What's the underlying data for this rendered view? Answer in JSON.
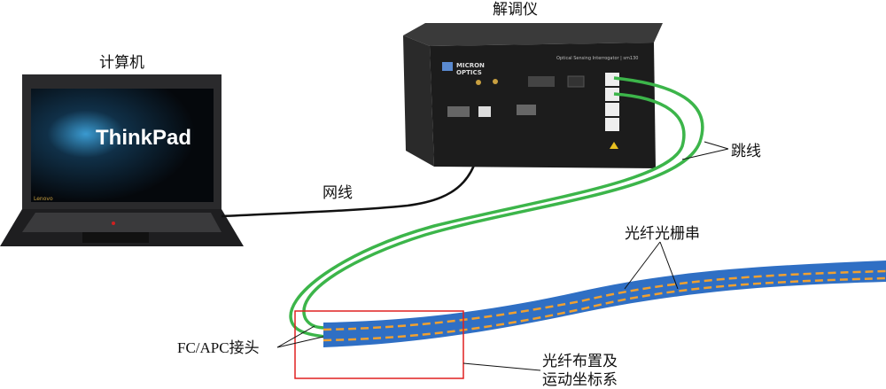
{
  "labels": {
    "interrogator": "解调仪",
    "computer": "计算机",
    "network_cable": "网线",
    "patch_cord": "跳线",
    "fbg_string": "光纤光栅串",
    "connector": "FC/APC接头",
    "layout_line1": "光纤布置及",
    "layout_line2": "运动坐标系"
  },
  "device": {
    "brand_line1": "MICRON",
    "brand_line2": "OPTICS",
    "model": "Optical Sensing Interrogator | sm130"
  },
  "laptop": {
    "screen_logo": "ThinkPad",
    "bezel_brand": "Lenovo"
  },
  "colors": {
    "fiber_green": "#3cb54a",
    "band_blue": "#2f6fc4",
    "grating_orange": "#f0a030",
    "highlight_red": "#e02020"
  }
}
